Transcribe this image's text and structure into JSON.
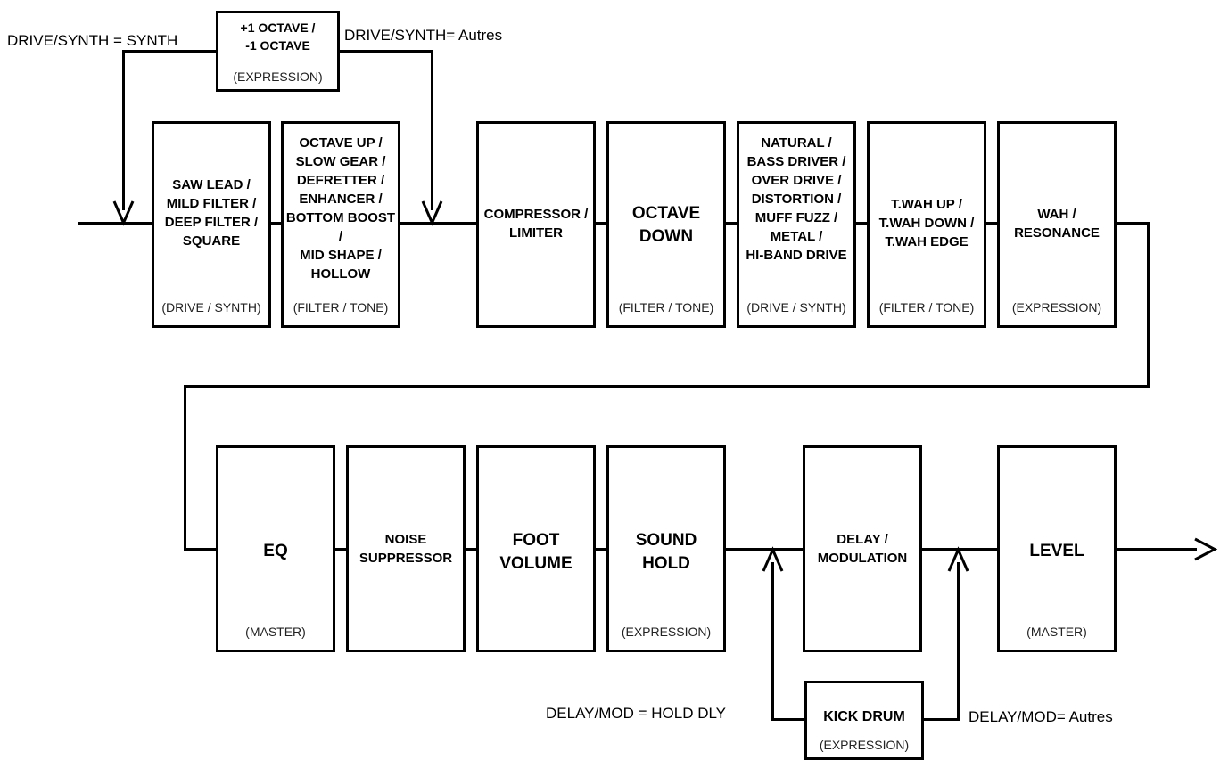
{
  "labels": {
    "drive_synth_synth": "DRIVE/SYNTH = SYNTH",
    "drive_synth_autres": "DRIVE/SYNTH= Autres",
    "delay_mod_hold": "DELAY/MOD = HOLD DLY",
    "delay_mod_autres": "DELAY/MOD= Autres"
  },
  "blocks": {
    "octave_pm": {
      "title": "+1 OCTAVE /\n-1 OCTAVE",
      "sub": "(EXPRESSION)"
    },
    "saw_lead": {
      "title": "SAW LEAD /\nMILD FILTER /\nDEEP FILTER /\nSQUARE",
      "sub": "(DRIVE / SYNTH)"
    },
    "octave_up": {
      "title": "OCTAVE UP /\nSLOW GEAR /\nDEFRETTER /\nENHANCER /\nBOTTOM BOOST /\nMID SHAPE /\nHOLLOW",
      "sub": "(FILTER / TONE)"
    },
    "compressor": {
      "title": "COMPRESSOR /\nLIMITER",
      "sub": ""
    },
    "octave_down": {
      "title": "OCTAVE\nDOWN",
      "sub": "(FILTER / TONE)"
    },
    "natural": {
      "title": "NATURAL /\nBASS DRIVER /\nOVER DRIVE /\nDISTORTION /\nMUFF FUZZ /\nMETAL /\nHI-BAND DRIVE",
      "sub": "(DRIVE / SYNTH)"
    },
    "twah": {
      "title": "T.WAH UP /\nT.WAH DOWN /\nT.WAH EDGE",
      "sub": "(FILTER / TONE)"
    },
    "wah": {
      "title": "WAH /\nRESONANCE",
      "sub": "(EXPRESSION)"
    },
    "eq": {
      "title": "EQ",
      "sub": "(MASTER)"
    },
    "noise": {
      "title": "NOISE\nSUPPRESSOR",
      "sub": ""
    },
    "foot_volume": {
      "title": "FOOT\nVOLUME",
      "sub": ""
    },
    "sound_hold": {
      "title": "SOUND\nHOLD",
      "sub": "(EXPRESSION)"
    },
    "delay": {
      "title": "DELAY /\nMODULATION",
      "sub": ""
    },
    "level": {
      "title": "LEVEL",
      "sub": "(MASTER)"
    },
    "kick_drum": {
      "title": "KICK DRUM",
      "sub": "(EXPRESSION)"
    }
  }
}
